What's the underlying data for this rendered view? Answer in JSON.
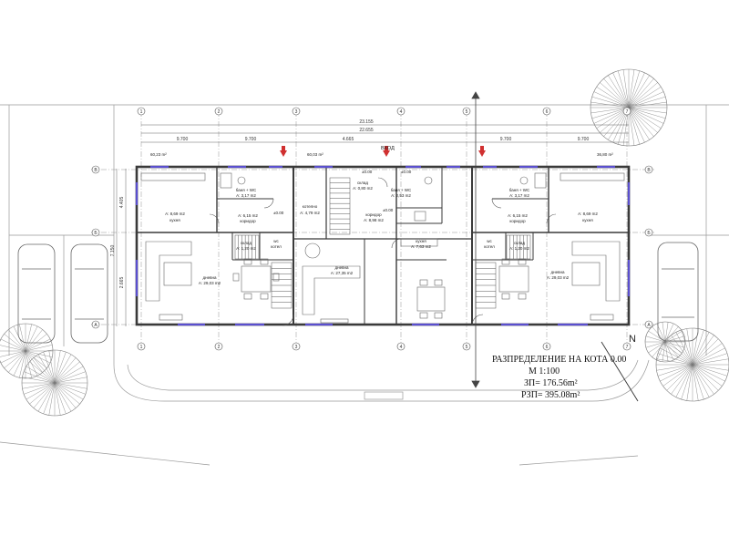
{
  "title": {
    "line1": "РАЗПРЕДЕЛЕНИЕ НА КОТА 0.00",
    "line2": "М 1:100",
    "line3": "ЗП= 176.56m²",
    "line4": "РЗП= 395.08m²"
  },
  "north_label": "N",
  "axes_top": [
    "1",
    "2",
    "3",
    "4",
    "5",
    "6",
    "7"
  ],
  "axes_side": [
    "В",
    "Б",
    "А"
  ],
  "dims": {
    "total": "23.155",
    "total2": "22.655",
    "left_seg": "9.700",
    "left_seg2": "9.700",
    "mid_seg": "4.665",
    "right_seg": "9.700",
    "right_seg2": "9.700",
    "left_side": "7.150",
    "left_side2": "4.405",
    "left_side3": "2.665"
  },
  "site_labels": {
    "area_left": "60,23 m²",
    "area_mid": "60,03 m²",
    "area_right": "36,80 m²",
    "entrance": "ВХОД"
  },
  "rooms": {
    "kitchen_l": {
      "name": "кухня",
      "area": "А: 8,69 m2"
    },
    "bath_l": {
      "name": "баня + WC",
      "area": "А: 3,17 m2"
    },
    "corridor_l": {
      "name": "коридор",
      "area": "А: 6,15 m2"
    },
    "stair_l": {
      "name": "склад",
      "area": "А: 1,20 m2"
    },
    "wc_l": {
      "name": "wc",
      "area": "котел"
    },
    "living_l": {
      "name": "дневна",
      "area": "А: 29,03 m2"
    },
    "boiler_m": {
      "name": "котелно",
      "area": "А: 4,79 m2"
    },
    "storage_m": {
      "name": "склад",
      "area": "А: 0,80 m2"
    },
    "bath_m": {
      "name": "баня + WC",
      "area": "А: 2,53 m2"
    },
    "corridor_m": {
      "name": "коридор",
      "area": "А: 8,98 m2"
    },
    "kitchen_m": {
      "name": "кухня",
      "area": "А: 7,63 m2"
    },
    "living_m": {
      "name": "дневна",
      "area": "А: 27,35 m2"
    },
    "kitchen_r": {
      "name": "кухня",
      "area": "А: 8,69 m2"
    },
    "bath_r": {
      "name": "баня + WC",
      "area": "А: 3,17 m2"
    },
    "corridor_r": {
      "name": "коридор",
      "area": "А: 6,15 m2"
    },
    "stair_r": {
      "name": "склад",
      "area": "А: 1,20 m2"
    },
    "wc_r": {
      "name": "wc",
      "area": "котел"
    },
    "living_r": {
      "name": "дневна",
      "area": "А: 29,03 m2"
    }
  },
  "levels": {
    "l1": "±0.00",
    "l2": "±0.00",
    "l3": "±0.00",
    "l4": "±0.00"
  },
  "colors": {
    "wall": "#3a3a3a",
    "window": "#5a4fcf",
    "arrow": "#d03030",
    "line": "#555555"
  }
}
